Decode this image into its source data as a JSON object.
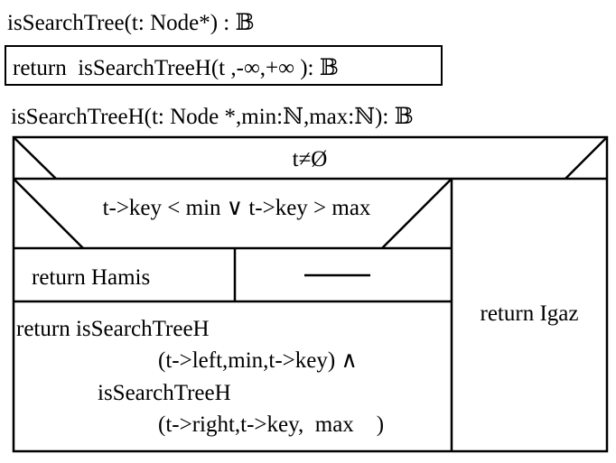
{
  "function_signature": "isSearchTree(t: Node*) : 𝔹",
  "function_body": "return  isSearchTreeH(t ,-∞,+∞ ): 𝔹",
  "helper_signature": "isSearchTreeH(t: Node *,min:ℕ,max:ℕ): 𝔹",
  "outer_condition": "t≠Ø",
  "inner_condition": "t->key < min ∨ t->key > max",
  "inner_true_branch": "return Hamis",
  "inner_false_branch": "——",
  "recursive_call": {
    "line1": "return isSearchTreeH",
    "line2": "(t->left,min,t->key) ∧",
    "line3": "isSearchTreeH",
    "line4": "(t->right,t->key,  max    )"
  },
  "outer_false_branch": "return Igaz"
}
